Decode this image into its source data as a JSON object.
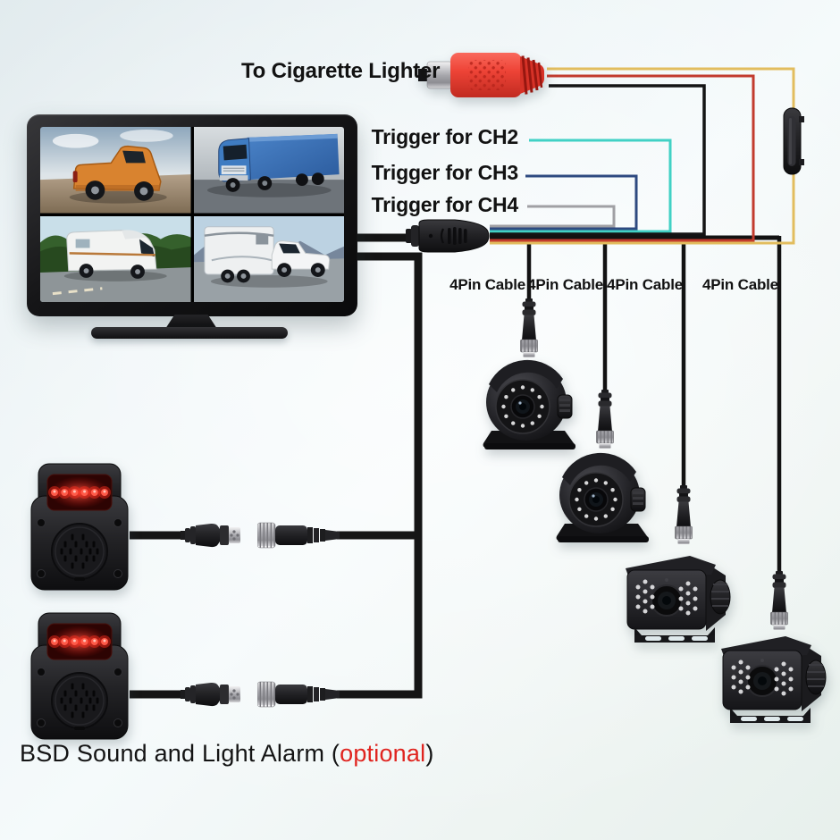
{
  "labels": {
    "cigarette_lighter": "To Cigarette Lighter",
    "trigger_ch2": "Trigger for CH2",
    "trigger_ch3": "Trigger for CH3",
    "trigger_ch4": "Trigger for CH4"
  },
  "pin_cable_labels": [
    "4Pin Cable",
    "4Pin Cable",
    "4Pin Cable",
    "4Pin Cable"
  ],
  "bsd_caption": {
    "text": "BSD Sound and Light Alarm ",
    "paren_open": "(",
    "optional": "optional",
    "paren_close": ")"
  },
  "monitor": {
    "views": [
      "orange-pickup-truck",
      "blue-semi-truck",
      "white-motorhome-rv",
      "pickup-towing-fifth-wheel-trailer"
    ]
  },
  "wire_colors": {
    "power_yellow": "#e2bd5e",
    "power_red": "#c23b2e",
    "ground_black": "#141414",
    "trigger_ch2": "#41d1c5",
    "trigger_ch3": "#2e4a80",
    "trigger_ch4": "#a0a0a4"
  },
  "accent_colors": {
    "optional_text": "#e0241f",
    "alarm_led": "#ff4a3d",
    "rca_connector": "#ee4437"
  }
}
